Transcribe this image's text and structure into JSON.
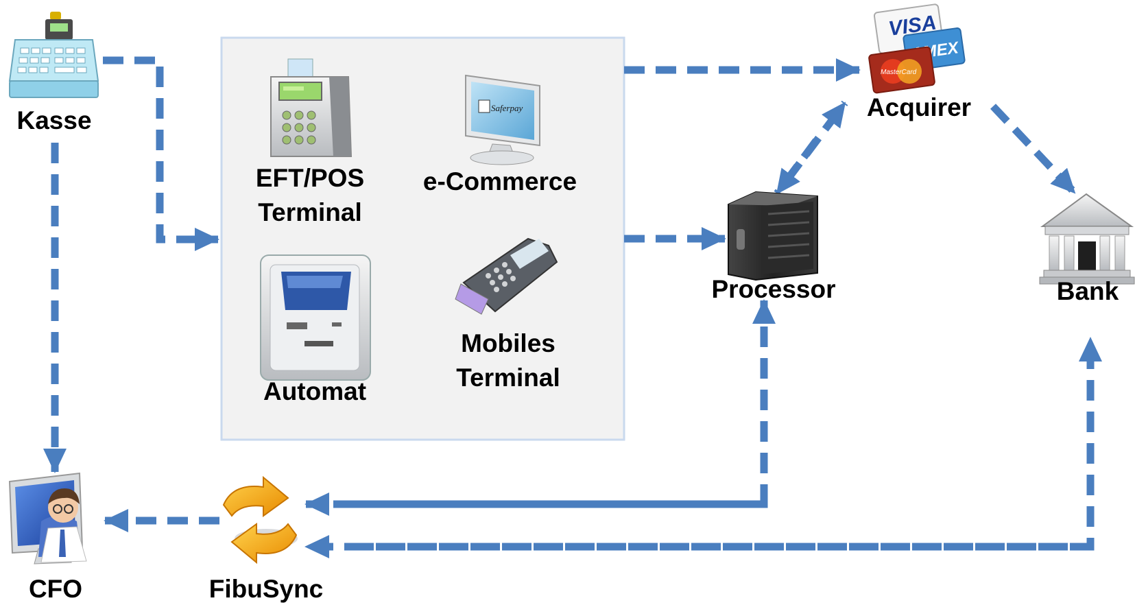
{
  "nodes": {
    "kasse": "Kasse",
    "eft_line1": "EFT/POS",
    "eft_line2": "Terminal",
    "ecommerce": "e-Commerce",
    "automat": "Automat",
    "mobile_line1": "Mobiles",
    "mobile_line2": "Terminal",
    "acquirer": "Acquirer",
    "processor": "Processor",
    "bank": "Bank",
    "cfo": "CFO",
    "fibusync": "FibuSync"
  },
  "logos": {
    "visa": "VISA",
    "amex": "AMEX",
    "mastercard": "MasterCard",
    "saferpay": "Saferpay"
  },
  "colors": {
    "arrow": "#4a7ebf",
    "panel_fill": "#f2f2f2",
    "panel_border": "#c9d9ee"
  }
}
